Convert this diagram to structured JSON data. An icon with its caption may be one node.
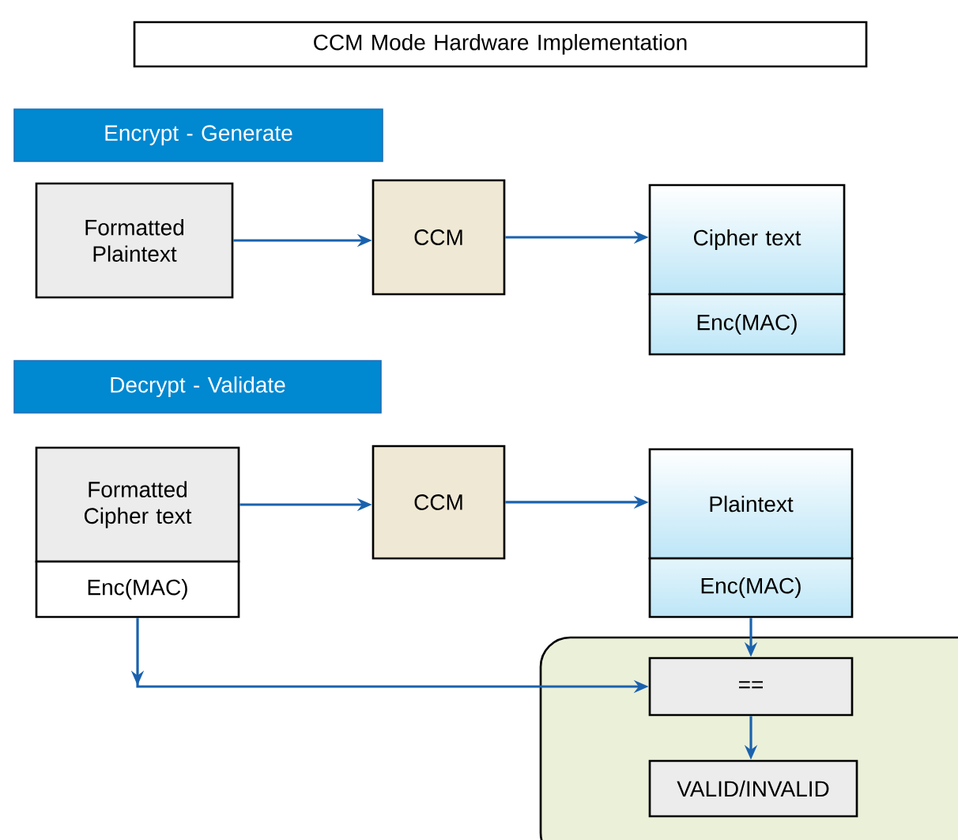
{
  "diagram": {
    "nodes": [
      {
        "text": [
          "CCM Mode Hardware Implementation"
        ]
      },
      {
        "text": [
          "Encrypt - Generate"
        ]
      },
      {
        "text": [
          "Formatted Plaintext"
        ]
      },
      {
        "text": [
          "CCM"
        ]
      },
      {
        "text": [
          "Cipher text"
        ]
      },
      {
        "text": [
          "Enc(MAC)"
        ]
      },
      {
        "text": [
          "Decrypt - Validate"
        ]
      },
      {
        "text": [
          "Formatted Cipher text"
        ]
      },
      {
        "text": [
          "Enc(MAC)"
        ]
      },
      {
        "text": [
          "CCM"
        ]
      },
      {
        "text": [
          "Plaintext"
        ]
      },
      {
        "text": [
          "Enc(MAC)"
        ]
      },
      {
        "text": [],
        "shape": "box"
      },
      {
        "text": [
          "=="
        ],
        "in": 12
      },
      {
        "text": [
          "VALID/INVALID"
        ],
        "in": 12
      }
    ],
    "edges": [
      {
        "from": 2,
        "to": 3,
        "arrow": "to"
      },
      {
        "from": 3,
        "to": 4,
        "arrow": "to"
      },
      {
        "from": 7,
        "to": 9,
        "arrow": "to"
      },
      {
        "from": 9,
        "to": 10,
        "arrow": "to"
      },
      {
        "from": 11,
        "to": 13,
        "arrow": "to"
      },
      {
        "from": 8,
        "to": 13,
        "arrow": "to"
      },
      {
        "from": 13,
        "to": 14,
        "arrow": "to"
      }
    ]
  }
}
